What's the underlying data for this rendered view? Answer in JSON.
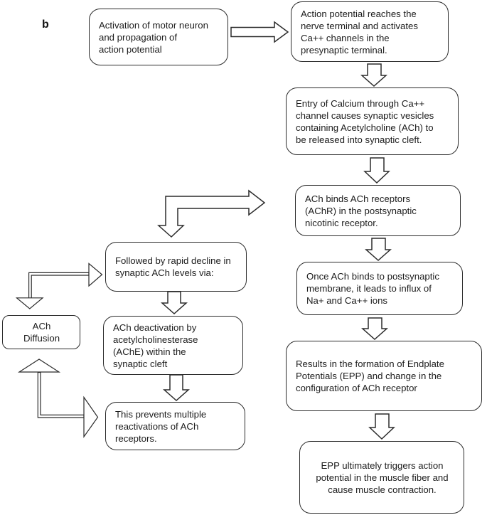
{
  "figure": {
    "label": "b",
    "colors": {
      "background": "#ffffff",
      "line": "#2b2b2b",
      "text": "#1c1c1c",
      "shape_fill": "#ffffff"
    }
  },
  "boxes": {
    "activation": {
      "text": "Activation of motor neuron\nand propagation of\naction potential"
    },
    "nerve_terminal": {
      "text": "Action potential reaches the\nnerve terminal and activates\nCa++ channels in the\npresynaptic terminal."
    },
    "calcium_entry": {
      "text": "Entry of Calcium through Ca++\nchannel causes synaptic vesicles\ncontaining Acetylcholine (ACh) to\nbe released into synaptic cleft."
    },
    "ach_binds": {
      "text": "ACh binds ACh receptors\n(AChR) in the postsynaptic\nnicotinic receptor."
    },
    "ion_influx": {
      "text": "Once ACh binds to postsynaptic\nmembrane, it leads to influx of\nNa+ and Ca++ ions"
    },
    "epp_formation": {
      "text": "Results in the formation of Endplate\nPotentials (EPP) and change in the\nconfiguration of ACh receptor"
    },
    "muscle_contraction": {
      "text": "EPP ultimately triggers action\npotential in the muscle fiber and\ncause muscle contraction."
    },
    "rapid_decline": {
      "text": "Followed by rapid decline in\nsynaptic ACh levels via:"
    },
    "ach_deactivation": {
      "text": "ACh deactivation by\nacetylcholinesterase\n(AChE) within the\nsynaptic cleft"
    },
    "prevents_reactivation": {
      "text": "This prevents multiple\nreactivations of ACh\nreceptors."
    },
    "ach_diffusion": {
      "text": "ACh\nDiffusion"
    }
  }
}
